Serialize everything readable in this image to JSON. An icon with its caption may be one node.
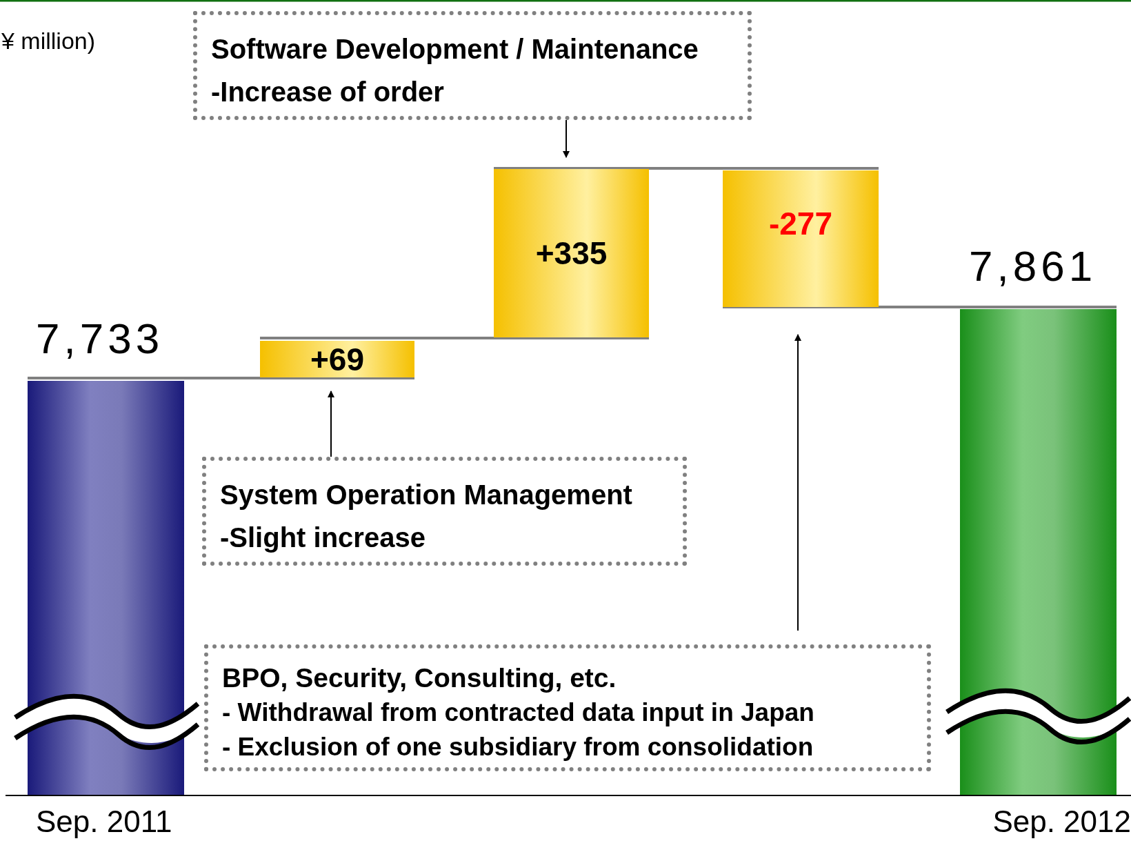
{
  "diagram": {
    "nodes": [
      {
        "text": [
          "Software Development / Maintenance",
          "-Increase of order"
        ]
      },
      {
        "text": [],
        "shape": "bar",
        "beside": [
          "7,733",
          "Sep. 2011"
        ]
      },
      {
        "text": [
          "+69"
        ]
      },
      {
        "text": [
          "+335"
        ]
      },
      {
        "text": [
          "-277"
        ]
      },
      {
        "text": [],
        "shape": "bar",
        "beside": [
          "7,861",
          "Sep. 2012"
        ]
      },
      {
        "text": [
          "System Operation Management",
          "-Slight increase"
        ]
      },
      {
        "text": [
          "BPO, Security, Consulting, etc.",
          "- Withdrawal from contracted data input in Japan",
          "- Exclusion of one subsidiary from consolidation"
        ]
      }
    ],
    "edges": [
      {
        "from": 0,
        "to": 3,
        "arrow": "to",
        "color": "#000000"
      },
      {
        "from": 6,
        "to": 2,
        "arrow": "to",
        "color": "#000000"
      },
      {
        "from": 7,
        "to": 4,
        "arrow": "to",
        "color": "#000000"
      },
      {
        "from": 1,
        "to": 2,
        "arrow": "none"
      },
      {
        "from": 2,
        "to": 3,
        "arrow": "none"
      },
      {
        "from": 3,
        "to": 4,
        "arrow": "none"
      },
      {
        "from": 4,
        "to": 5,
        "arrow": "none"
      }
    ],
    "labels": [
      "¥ million)"
    ]
  }
}
